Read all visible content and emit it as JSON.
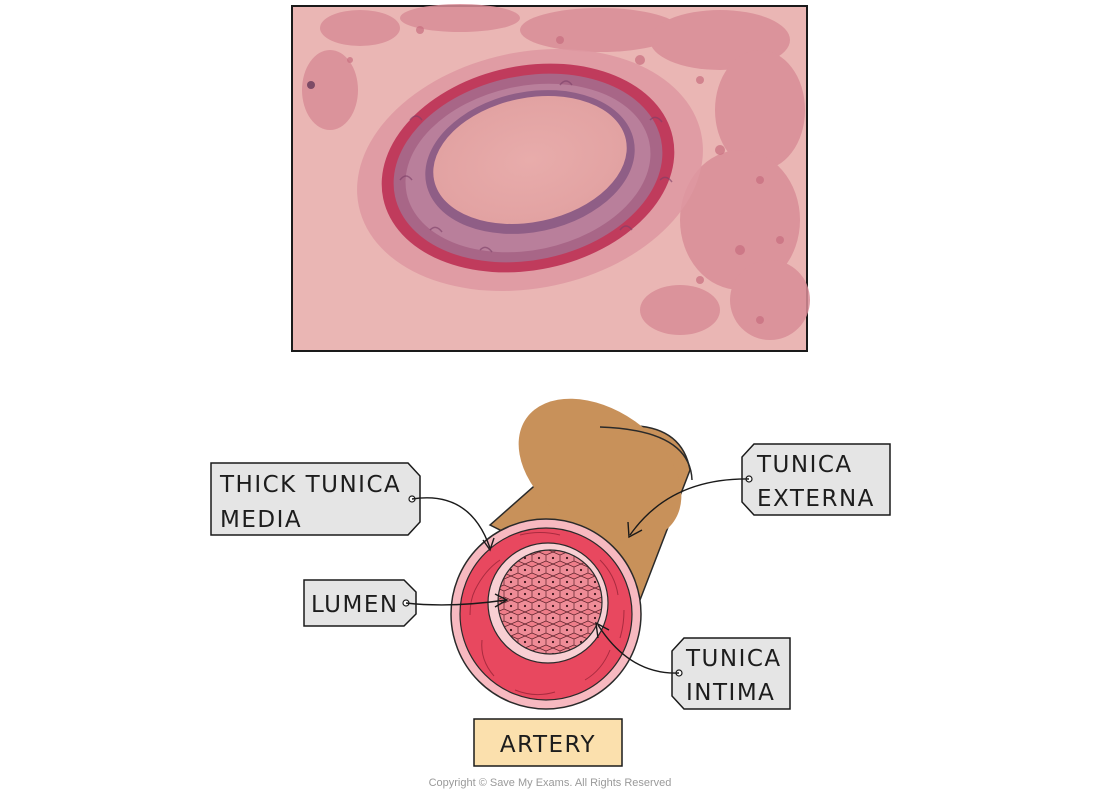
{
  "labels": {
    "thick_tunica_media_line1": "THICK TUNICA",
    "thick_tunica_media_line2": "MEDIA",
    "tunica_externa_line1": "TUNICA",
    "tunica_externa_line2": "EXTERNA",
    "lumen": "LUMEN",
    "tunica_intima_line1": "TUNICA",
    "tunica_intima_line2": "INTIMA"
  },
  "caption": "ARTERY",
  "copyright": "Copyright © Save My Exams. All Rights Reserved",
  "colors": {
    "micrograph_background": "#e9b5b3",
    "micrograph_lumen": "#e6a9a8",
    "outer_wall_brown": "#c8915a",
    "tunica_externa_pink": "#f7b9c0",
    "tunica_media_red": "#e8485f",
    "tunica_intima_light": "#f8cfd3",
    "lumen_cells": "#ec7482",
    "label_box": "#e5e5e5",
    "caption_box": "#fbe0ad"
  }
}
